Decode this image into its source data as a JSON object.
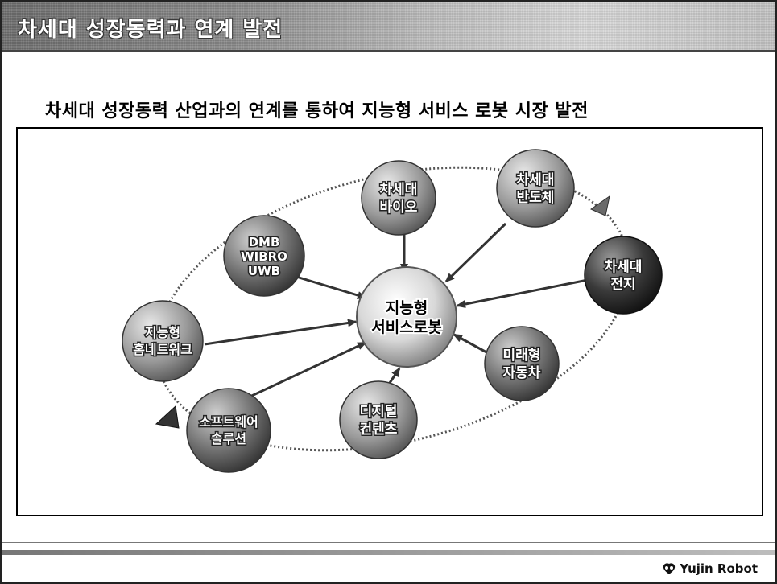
{
  "header": {
    "title": "차세대 성장동력과 연계 발전"
  },
  "headline": "차세대 성장동력 산업과의 연계를 통하여 지능형 서비스 로봇 시장 발전",
  "diagram": {
    "center": {
      "id": "center",
      "lines": [
        "지능형",
        "서비스로봇"
      ]
    },
    "nodes": [
      {
        "id": "bio",
        "lines": [
          "차세대",
          "바이오"
        ],
        "color": "#9a9a9a"
      },
      {
        "id": "semi",
        "lines": [
          "차세대",
          "반도체"
        ],
        "color": "#8c8c8c"
      },
      {
        "id": "dmb",
        "lines": [
          "DMB",
          "WIBRO",
          "UWB"
        ],
        "color": "#5e5e5e"
      },
      {
        "id": "battery",
        "lines": [
          "차세대",
          "전지"
        ],
        "color": "#2c2c2c"
      },
      {
        "id": "homenet",
        "lines": [
          "지능형",
          "홈네트워크"
        ],
        "color": "#a8a8a8"
      },
      {
        "id": "car",
        "lines": [
          "미래형",
          "자동차"
        ],
        "color": "#5a5a5a"
      },
      {
        "id": "software",
        "lines": [
          "소프트웨어",
          "솔루션"
        ],
        "color": "#4a4a4a"
      },
      {
        "id": "digital",
        "lines": [
          "디지털",
          "컨텐츠"
        ],
        "color": "#a0a0a0"
      }
    ]
  },
  "footer": {
    "brand": "Yujin Robot"
  }
}
